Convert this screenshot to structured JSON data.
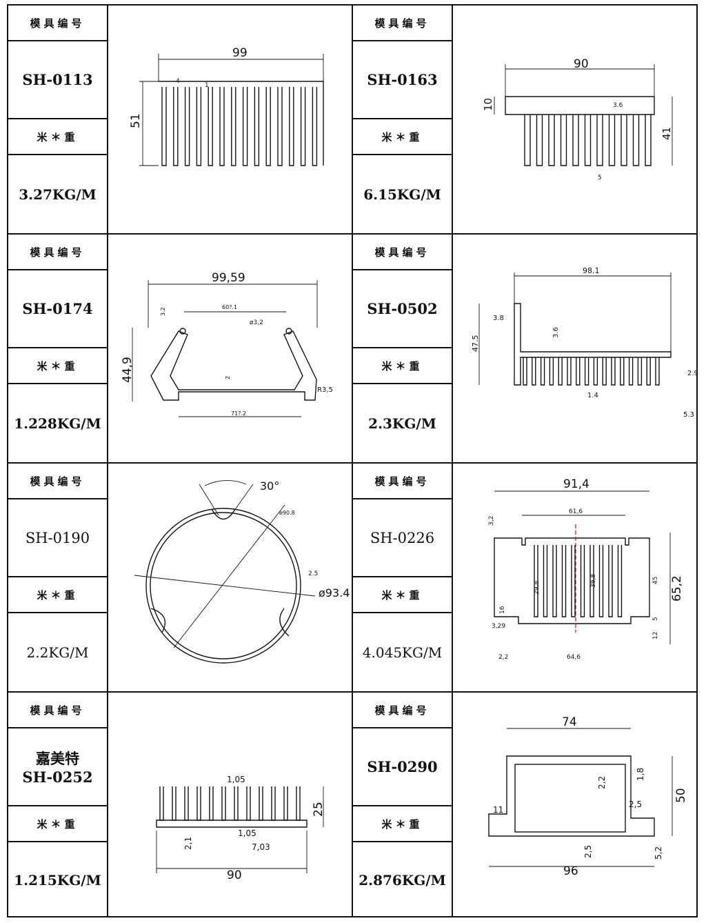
{
  "labels": {
    "mold_no": "模具编号",
    "weight": "米＊重"
  },
  "cells": [
    {
      "code": "SH-0113",
      "weight": "3.27KG/M",
      "dims": {
        "width": "99",
        "height": "51",
        "base": "4",
        "fin": "1"
      }
    },
    {
      "code": "SH-0163",
      "weight": "6.15KG/M",
      "dims": {
        "width": "90",
        "height": "41",
        "base": "10",
        "gap": "3.6",
        "fin": "5"
      }
    },
    {
      "code": "SH-0174",
      "weight": "1.228KG/M",
      "dims": {
        "width": "99,59",
        "height": "44,9",
        "top": "60?.1",
        "bottom": "71?.2",
        "r": "R3,5",
        "hole": "ø3,2",
        "a": "3.2",
        "b": "2"
      }
    },
    {
      "code": "SH-0502",
      "weight": "2.3KG/M",
      "dims": {
        "width": "98.1",
        "height": "47.5",
        "wall": "3.8",
        "base": "3.6",
        "fin": "1.4",
        "gap": "2.9",
        "end": "5.3"
      }
    },
    {
      "code": "SH-0190",
      "weight": "2.2KG/M",
      "dims": {
        "angle": "30°",
        "dia": "ø93.4",
        "inner": "ø90.8",
        "t": "2.5"
      }
    },
    {
      "code": "SH-0226",
      "weight": "4.045KG/M",
      "dims": {
        "width": "91,4",
        "inner": "61,6",
        "height": "65,2",
        "h45": "45",
        "h5": "5",
        "h12": "12",
        "v298": "29,8",
        "v398": "39,8",
        "h16": "16",
        "t329": "3,29",
        "t22": "2,2",
        "w646": "64,6",
        "t32": "3,2"
      }
    },
    {
      "code_line1": "嘉美特",
      "code": "SH-0252",
      "weight": "1.215KG/M",
      "dims": {
        "width": "90",
        "height": "25",
        "fin": "1,05",
        "fin2": "1,05",
        "pitch": "7,03",
        "base": "2,1"
      }
    },
    {
      "code": "SH-0290",
      "weight": "2.876KG/M",
      "dims": {
        "width": "74",
        "total": "96",
        "height": "50",
        "a": "1,8",
        "b": "2,2",
        "c": "2,5",
        "d": "2,5",
        "e": "5,2",
        "f": "11"
      }
    }
  ]
}
